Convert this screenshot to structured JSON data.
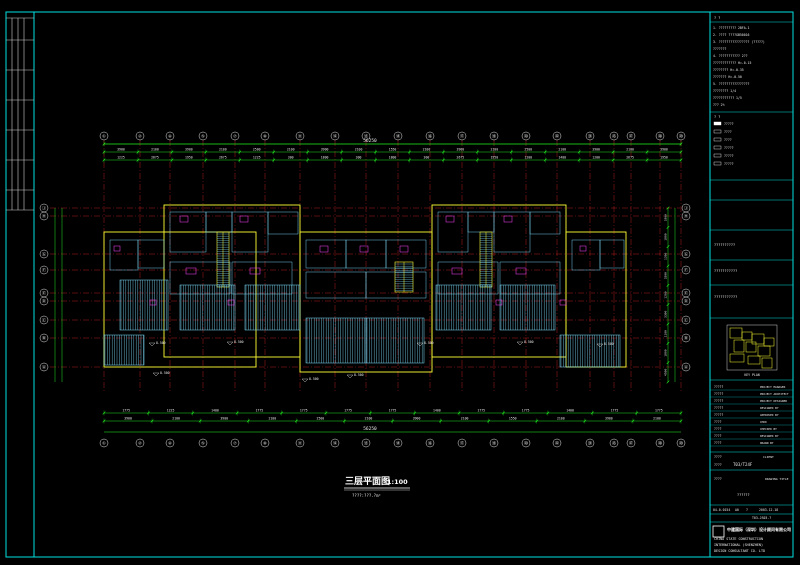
{
  "drawing": {
    "title": "三层平面图",
    "scale": "1:100",
    "subtitle": "????:???.?m²",
    "overall_dimension_top": "56250",
    "overall_dimension_bottom": "56250"
  },
  "grid_columns": [
    "①",
    "②",
    "④",
    "⑤",
    "⑦",
    "⑧",
    "⑪",
    "⑫",
    "⑬",
    "⑭",
    "⑯",
    "⑰",
    "⑲",
    "⑳",
    "㉒",
    "㉔",
    "㉕",
    "㉗",
    "㉘",
    "㉙"
  ],
  "grid_rows": [
    "Ⓙ",
    "Ⓗ",
    "Ⓖ",
    "Ⓕ",
    "Ⓔ",
    "Ⓓ",
    "Ⓒ",
    "Ⓑ",
    "Ⓐ"
  ],
  "top_dims_row1": [
    "3900",
    "2100",
    "3900",
    "2100",
    "2500",
    "2100",
    "3900",
    "2100",
    "1550",
    "2100",
    "3900",
    "2100",
    "2500",
    "2100",
    "3900",
    "2100",
    "3900"
  ],
  "top_dims_row2": [
    "1225",
    "2675",
    "1950",
    "2675",
    "1225",
    "300",
    "1800",
    "300",
    "1800",
    "300",
    "2675",
    "1950",
    "1200",
    "1400",
    "1200",
    "2675",
    "1950"
  ],
  "bottom_dims_row1": [
    "1775",
    "1225",
    "1400",
    "1775",
    "1775",
    "1775",
    "1775",
    "1400",
    "1775",
    "1775",
    "1400",
    "1775",
    "1775"
  ],
  "bottom_dims_row2": [
    "3900",
    "2100",
    "3900",
    "2100",
    "2500",
    "2100",
    "3900",
    "2100",
    "1550",
    "2100",
    "3900",
    "2100"
  ],
  "right_dims": [
    "1800",
    "1800",
    "1200",
    "3300",
    "1200",
    "3300",
    "1100",
    "1800",
    "4500"
  ],
  "level_marks": [
    "8.500",
    "8.500",
    "8.500",
    "8.500",
    "8.500",
    "8.500",
    "8.500",
    "8.500"
  ],
  "notes_panel": {
    "header": "? ?",
    "lines": [
      "1. ????????? 2BFA-1",
      "2. ???? ????GB50016",
      "3. ???????????????? (?????)",
      "   ???????",
      "4. ??????????? 2??",
      "   ???????????? H=-0.15",
      "   ???????? H=-0.35",
      "   ??????? H=-0.50",
      "5. ????????????????",
      "   ???????? 1/4",
      "   ??????????? 1/5",
      "   ??? 2%"
    ],
    "legend_header": "? ?",
    "legend_items": [
      "?????",
      "????",
      "????",
      "?????",
      "?????",
      "?????"
    ],
    "remarks": [
      "??????????",
      "???????????",
      "???????????"
    ]
  },
  "title_block": {
    "key_plan_label": "KEY PLAN",
    "rows": [
      {
        "cn": "?????",
        "en": "PROJECT MANAGER"
      },
      {
        "cn": "?????",
        "en": "PROJECT ARCHITECT"
      },
      {
        "cn": "?????",
        "en": "PROJECT DESIGNER"
      },
      {
        "cn": "?????",
        "en": "DESIGNED BY"
      },
      {
        "cn": "?????",
        "en": "APPROVED BY"
      },
      {
        "cn": "????",
        "en": "CHKD"
      },
      {
        "cn": "????",
        "en": "CHECKED BY"
      },
      {
        "cn": "????",
        "en": "DESIGNED BY"
      },
      {
        "cn": "????",
        "en": "DRAWN BY"
      }
    ],
    "client_label": "????",
    "client_en": "CLIENT",
    "sheet_no": "T03/T24F",
    "sheet_label": "????",
    "drawing_no_label": "????",
    "drawing_no_en": "DRAWING TITLE",
    "drawing_name": "??????",
    "project_no": "04-0-0154",
    "version": "A0",
    "stage": "?",
    "date_code": "T03-JS03-?",
    "date": "2003.12.18",
    "firm_cn": "中建国际（深圳）设计顾问有限公司",
    "firm_en_1": "CHINA STATE CONSTRUCTION",
    "firm_en_2": "INTERNATIONAL (SHENZHEN)",
    "firm_en_3": "DESIGN CONSULTANT CO. LTD"
  },
  "colors": {
    "background": "#000000",
    "border": "#00e0e0",
    "grid_red": "#ff2a2a",
    "dimension_green": "#22ff22",
    "wall_yellow": "#ffff33",
    "hatch_cyan": "#7fdfff",
    "furniture_magenta": "#ff44ff",
    "text_white": "#e8e8e8"
  }
}
